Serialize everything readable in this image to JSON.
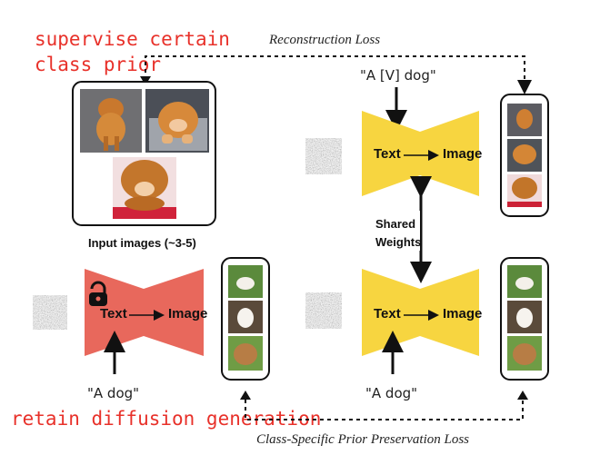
{
  "annotations": {
    "supervise_line1": "supervise certain",
    "supervise_line2": "class prior",
    "retain": "retain diffusion generation"
  },
  "losses": {
    "reconstruction": "Reconstruction Loss",
    "prior_preservation": "Class-Specific Prior Preservation Loss"
  },
  "input_images": {
    "caption": "Input images (~3-5)"
  },
  "prompts": {
    "specific": "\"A [V] dog\"",
    "frozen_class": "\"A dog\"",
    "class": "\"A dog\""
  },
  "model": {
    "text_label": "Text",
    "image_label": "Image"
  },
  "shared_weights": {
    "line1": "Shared",
    "line2": "Weights"
  },
  "colors": {
    "frozen_model": "#e8685c",
    "finetuned_model": "#f7d540",
    "annotation_red": "#e8312a",
    "noise": "#8f8f8f"
  },
  "icons": {
    "lock": "lock-icon",
    "noise": "noise-patch"
  }
}
